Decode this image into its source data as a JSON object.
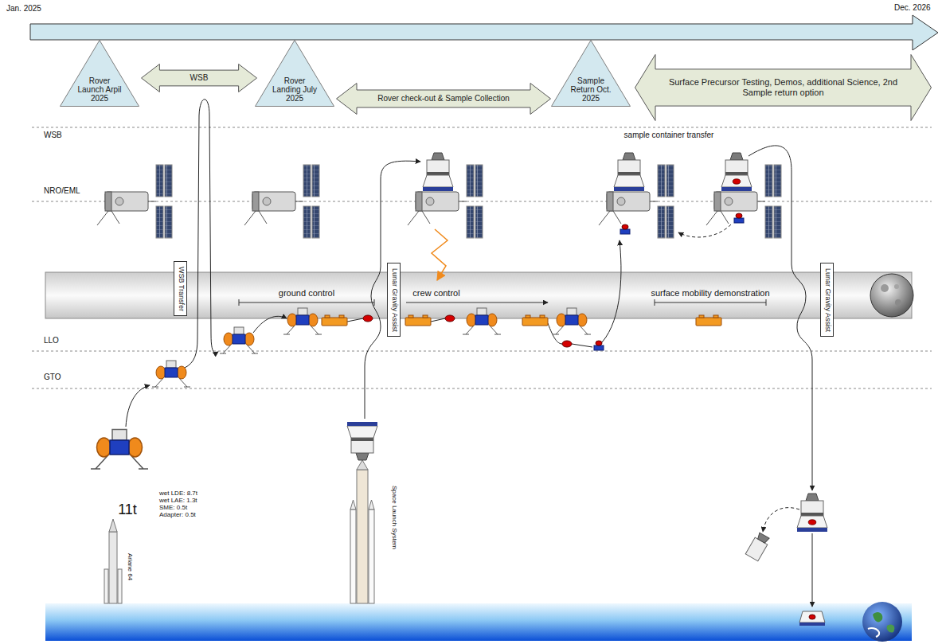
{
  "diagram": {
    "nodes": [
      {
        "text": [
          "Rover Launch Arpil 2025"
        ]
      },
      {
        "text": [
          "WSB"
        ]
      },
      {
        "text": [
          "Rover Landing July 2025"
        ]
      },
      {
        "text": [
          "Rover check-out & Sample Collection"
        ]
      },
      {
        "text": [
          "Sample Return Oct. 2025"
        ]
      },
      {
        "text": [
          "Surface Precursor Testing, Demos, additional Science, 2nd Sample return option"
        ]
      },
      {
        "text": [
          "WSB Transfer"
        ]
      },
      {
        "text": [
          "Lunar Gravity Assist"
        ]
      },
      {
        "text": [
          "Lunar Gravity Assist"
        ]
      }
    ],
    "labels": [
      "Jan. 2025",
      "Dec. 2026",
      "WSB",
      "NRO/EML",
      "LLO",
      "GTO",
      "sample container transfer",
      "ground control",
      "crew control",
      "surface mobility demonstration",
      "11t",
      "wet LDE: 8.7t",
      "wet LAE: 1.3t",
      "SME: 0.5t",
      "Adapter: 0.5t",
      "Ariane 64",
      "Space Launch System"
    ]
  }
}
